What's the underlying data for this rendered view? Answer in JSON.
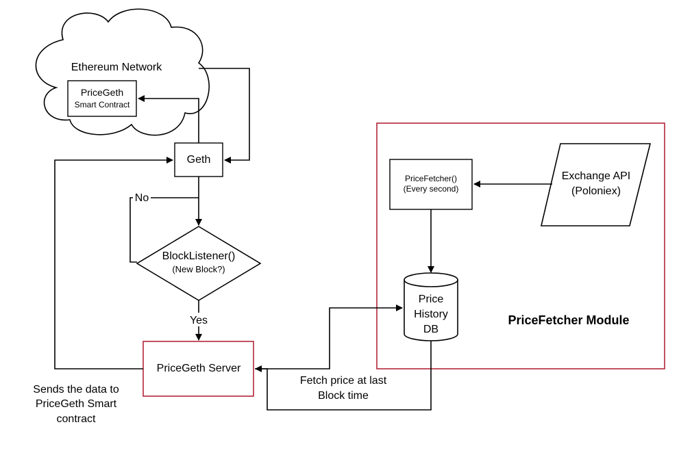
{
  "cloud": {
    "label": "Ethereum Network"
  },
  "contract": {
    "line1": "PriceGeth",
    "line2": "Smart Contract"
  },
  "geth": {
    "label": "Geth"
  },
  "listener": {
    "line1": "BlockListener()",
    "line2": "(New Block?)"
  },
  "branches": {
    "no": "No",
    "yes": "Yes"
  },
  "server": {
    "label": "PriceGeth Server"
  },
  "send_note": {
    "line1": "Sends the data to",
    "line2": "PriceGeth Smart",
    "line3": "contract"
  },
  "fetch_note": {
    "line1": "Fetch price at last",
    "line2": "Block time"
  },
  "module": {
    "label": "PriceFetcher Module"
  },
  "fetcher": {
    "line1": "PriceFetcher()",
    "line2": "(Every second)"
  },
  "exchange": {
    "line1": "Exchange API",
    "line2": "(Poloniex)"
  },
  "db": {
    "line1": "Price",
    "line2": "History",
    "line3": "DB"
  },
  "colors": {
    "stroke": "#000000",
    "accent": "#b3243a"
  }
}
